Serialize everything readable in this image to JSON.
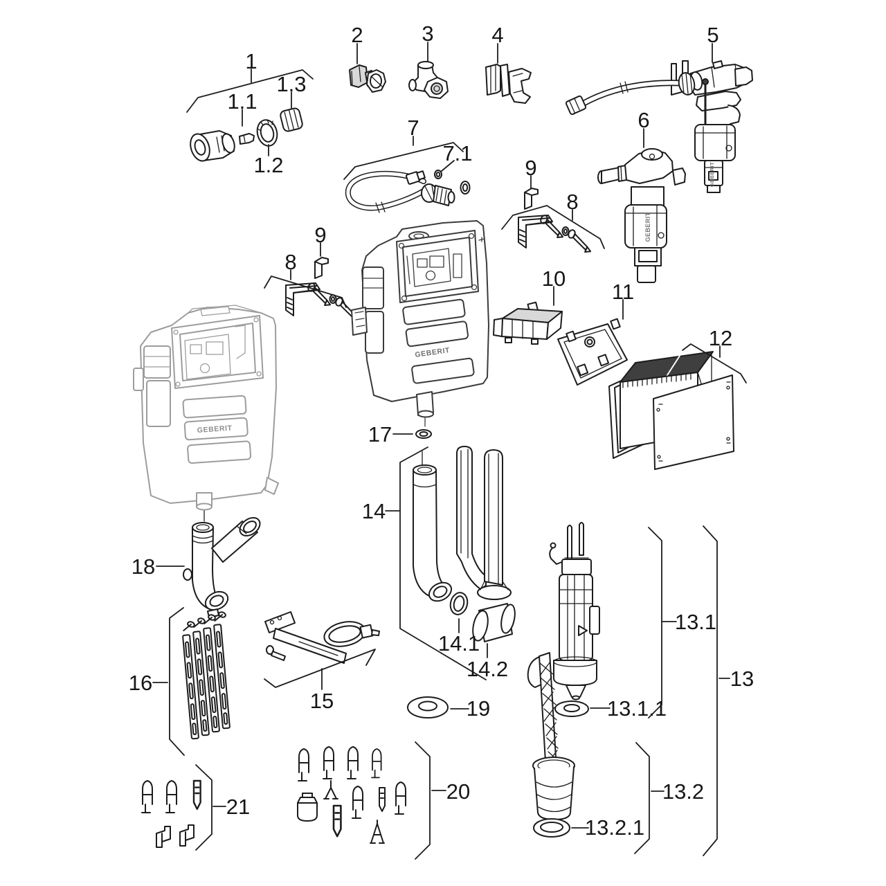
{
  "diagram": {
    "background": "#ffffff",
    "ink": "#1c1c1c",
    "muted_tank_ink": "#9c9c9c",
    "dark_fill": "#3f3f3f",
    "brand": "GEBERIT"
  },
  "labels": {
    "n1": "1",
    "n1_1": "1.1",
    "n1_2": "1.2",
    "n1_3": "1.3",
    "n2": "2",
    "n3": "3",
    "n4": "4",
    "n5": "5",
    "n6": "6",
    "n7": "7",
    "n7_1": "7.1",
    "n8a": "8",
    "n9a": "9",
    "n8b": "8",
    "n9b": "9",
    "n10": "10",
    "n11": "11",
    "n12": "12",
    "n13": "13",
    "n13_1": "13.1",
    "n13_1_1": "13.1.1",
    "n13_2": "13.2",
    "n13_2_1": "13.2.1",
    "n14": "14",
    "n14_1": "14.1",
    "n14_2": "14.2",
    "n15": "15",
    "n16": "16",
    "n17": "17",
    "n18": "18",
    "n19": "19",
    "n20": "20",
    "n21": "21"
  }
}
